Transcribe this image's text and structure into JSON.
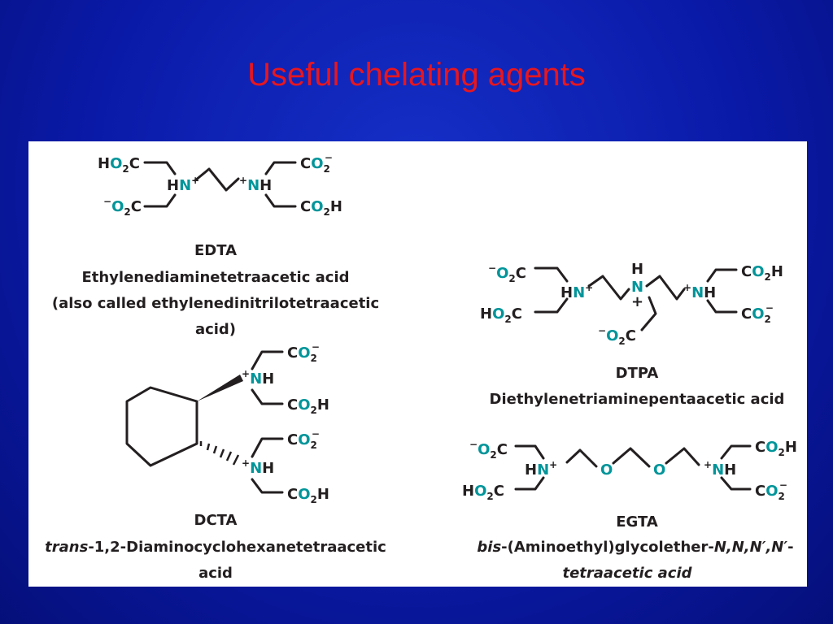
{
  "slide": {
    "title": "Useful chelating agents"
  },
  "edta": {
    "abbr": "EDTA",
    "name": "Ethylenediaminetetraacetic acid",
    "alt_line1": "(also called ethylenedinitrilotetraacetic",
    "alt_line2": "acid)"
  },
  "dtpa": {
    "abbr": "DTPA",
    "name": "Diethylenetriaminepentaacetic acid"
  },
  "dcta": {
    "abbr": "DCTA",
    "name_prefix": "trans",
    "name_rest": "-1,2-Diaminocyclohexanetetraacetic",
    "name_line2": "acid"
  },
  "egta": {
    "abbr": "EGTA",
    "name_prefix": "bis",
    "name_mid": "-(Aminoethyl)glycolether-",
    "name_suffix": "N,N,N′,N′",
    "name_dash": "-",
    "name_line2": "tetraacetic acid"
  }
}
